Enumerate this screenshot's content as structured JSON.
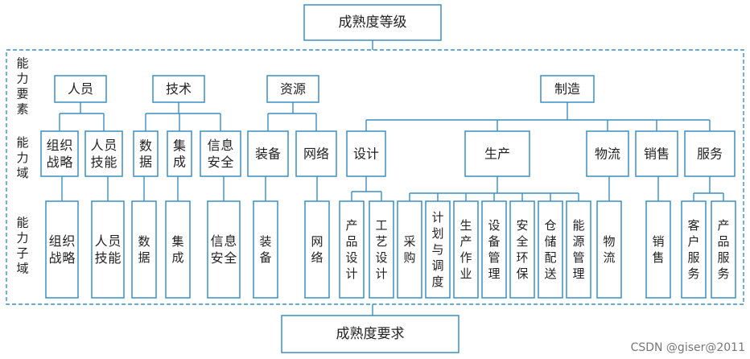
{
  "title": "成熟度等级",
  "bottom": "成熟度要求",
  "watermark": "CSDN @giser@2011",
  "side_labels": {
    "elements": "能力要素",
    "domains": "能力域",
    "subdomains": "能力子域"
  },
  "elements": [
    {
      "id": "person",
      "label": "人员"
    },
    {
      "id": "tech",
      "label": "技术"
    },
    {
      "id": "resource",
      "label": "资源"
    },
    {
      "id": "mfg",
      "label": "制造"
    }
  ],
  "domains": [
    {
      "id": "org",
      "label": "组织战略"
    },
    {
      "id": "skill",
      "label": "人员技能"
    },
    {
      "id": "data",
      "label": "数据"
    },
    {
      "id": "integ",
      "label": "集成"
    },
    {
      "id": "infosec",
      "label": "信息安全"
    },
    {
      "id": "equip",
      "label": "装备"
    },
    {
      "id": "net",
      "label": "网络"
    },
    {
      "id": "design",
      "label": "设计"
    },
    {
      "id": "prod",
      "label": "生产"
    },
    {
      "id": "logi",
      "label": "物流"
    },
    {
      "id": "sales",
      "label": "销售"
    },
    {
      "id": "service",
      "label": "服务"
    }
  ],
  "subdomains": [
    {
      "id": "s_org",
      "label": "组织战略"
    },
    {
      "id": "s_skill",
      "label": "人员技能"
    },
    {
      "id": "s_data",
      "label": "数据"
    },
    {
      "id": "s_integ",
      "label": "集成"
    },
    {
      "id": "s_infosec",
      "label": "信息安全"
    },
    {
      "id": "s_equip",
      "label": "装备"
    },
    {
      "id": "s_net",
      "label": "网络"
    },
    {
      "id": "s_pd",
      "label": "产品设计"
    },
    {
      "id": "s_procd",
      "label": "工艺设计"
    },
    {
      "id": "s_purch",
      "label": "采购"
    },
    {
      "id": "s_plan",
      "label": "计划与调度"
    },
    {
      "id": "s_ops",
      "label": "生产作业"
    },
    {
      "id": "s_equipm",
      "label": "设备管理"
    },
    {
      "id": "s_safety",
      "label": "安全环保"
    },
    {
      "id": "s_wh",
      "label": "仓储配送"
    },
    {
      "id": "s_energy",
      "label": "能源管理"
    },
    {
      "id": "s_logi",
      "label": "物流"
    },
    {
      "id": "s_sales",
      "label": "销售"
    },
    {
      "id": "s_cs",
      "label": "客户服务"
    },
    {
      "id": "s_ps",
      "label": "产品服务"
    }
  ],
  "colors": {
    "line": "#3a8ec2",
    "text": "#222222"
  }
}
